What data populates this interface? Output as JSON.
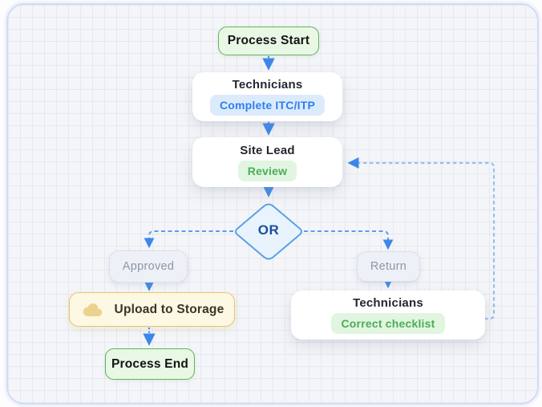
{
  "diagram_title": "process-review-flowchart",
  "colors": {
    "arrow_blue": "#3c87ea",
    "branch_blue": "#5f9ce9",
    "loop_blue": "#97bfee",
    "badge_blue_bg": "#dcebfc",
    "badge_blue_text": "#2e7ff0",
    "badge_green_bg": "#e1f5e1",
    "badge_green_text": "#4bae54",
    "terminal_bg": "#e9f8e5",
    "terminal_border": "#5fb25d",
    "gateway_bg": "#e9f3fd",
    "gateway_border": "#58a0e8",
    "gateway_text": "#1c4f9e",
    "upload_bg": "#fdf8e3",
    "upload_border": "#e9c566",
    "upload_icon": "#ecd28d",
    "pill_bg": "#edf1f7",
    "pill_text": "#8d97a8",
    "canvas_bg": "#f4f5f8",
    "grid_line": "#e6e8ee",
    "canvas_border": "#cfdcf5"
  },
  "nodes": {
    "process_start": {
      "label": "Process Start"
    },
    "technicians_complete": {
      "title": "Technicians",
      "badge": "Complete ITC/ITP"
    },
    "site_lead": {
      "title": "Site Lead",
      "badge": "Review"
    },
    "or_gateway": {
      "label": "OR"
    },
    "approved": {
      "label": "Approved"
    },
    "return": {
      "label": "Return"
    },
    "upload_to_storage": {
      "label": "Upload to Storage",
      "icon": "cloud-icon"
    },
    "process_end": {
      "label": "Process End"
    },
    "technicians_correct": {
      "title": "Technicians",
      "badge": "Correct checklist"
    }
  },
  "edges": [
    {
      "from": "process_start",
      "to": "technicians_complete",
      "style": "dotted-arrow"
    },
    {
      "from": "technicians_complete",
      "to": "site_lead",
      "style": "dotted-arrow"
    },
    {
      "from": "site_lead",
      "to": "or_gateway",
      "style": "dotted-arrow"
    },
    {
      "from": "or_gateway",
      "to": "approved",
      "style": "dashed-arrow"
    },
    {
      "from": "or_gateway",
      "to": "return",
      "style": "dashed-arrow"
    },
    {
      "from": "approved",
      "to": "upload_to_storage",
      "style": "dotted-arrow"
    },
    {
      "from": "upload_to_storage",
      "to": "process_end",
      "style": "dotted-arrow"
    },
    {
      "from": "return",
      "to": "technicians_correct",
      "style": "dashed-arrow"
    },
    {
      "from": "technicians_correct",
      "to": "site_lead",
      "style": "dashed-loop-arrow"
    }
  ]
}
